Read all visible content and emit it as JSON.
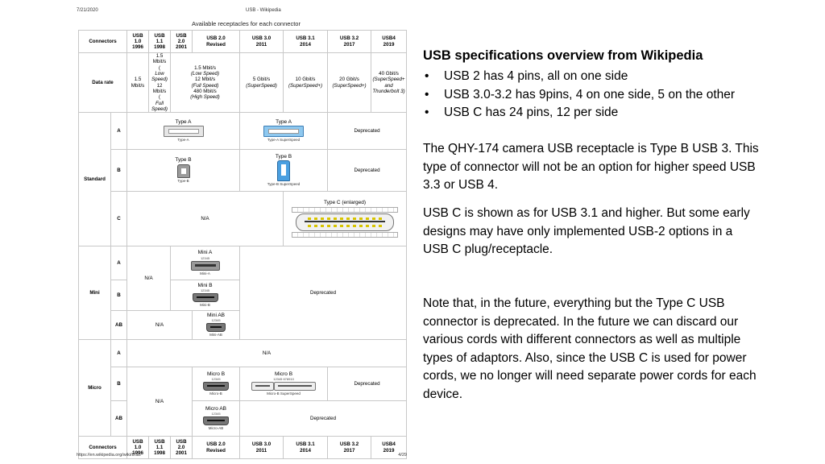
{
  "print": {
    "date": "7/21/2020",
    "title": "USB - Wikipedia",
    "url": "https://en.wikipedia.org/wiki/USB",
    "page": "4/29"
  },
  "table": {
    "caption": "Available receptacles for each connector",
    "header": {
      "connectors": "Connectors",
      "cols": [
        [
          "USB",
          "1.0",
          "1996"
        ],
        [
          "USB",
          "1.1",
          "1998"
        ],
        [
          "USB",
          "2.0",
          "2001"
        ],
        [
          "USB 2.0",
          "Revised"
        ],
        [
          "USB 3.0",
          "2011"
        ],
        [
          "USB 3.1",
          "2014"
        ],
        [
          "USB 3.2",
          "2017"
        ],
        [
          "USB4",
          "2019"
        ]
      ]
    },
    "data_rate": {
      "label": "Data rate",
      "usb10": [
        "1.5",
        "Mbit/s"
      ],
      "usb11": [
        "1.5",
        "Mbit/s",
        "(",
        "Low",
        "Speed)",
        "12",
        "Mbit/s",
        "(",
        "Full",
        "Speed)"
      ],
      "usb20": [
        "1.5 Mbit/s",
        "(Low Speed)",
        "12 Mbit/s",
        "(Full Speed)",
        "480 Mbit/s",
        "(High Speed)"
      ],
      "usb30": [
        "5 Gbit/s",
        "(SuperSpeed)"
      ],
      "usb31": [
        "10 Gbit/s",
        "(SuperSpeed+)"
      ],
      "usb32": [
        "20 Gbit/s",
        "(SuperSpeed+)"
      ],
      "usb4": [
        "40 Gbit/s",
        "(SuperSpeed+",
        "and",
        "Thunderbolt 3)"
      ]
    },
    "standard": {
      "label": "Standard",
      "a": {
        "label": "A",
        "typeA": "Type A",
        "typeA_sub": "Type-A",
        "typeA_ss": "Type A",
        "typeA_ss_sub": "Type-A SuperSpeed",
        "deprecated": "Deprecated"
      },
      "b": {
        "label": "B",
        "typeB": "Type B",
        "typeB_sub": "Type-B",
        "typeB_ss": "Type B",
        "typeB_ss_sub": "Type-B SuperSpeed",
        "deprecated": "Deprecated"
      },
      "c": {
        "label": "C",
        "na": "N/A",
        "typeC": "Type C (enlarged)"
      }
    },
    "mini": {
      "label": "Mini",
      "a": {
        "label": "A",
        "conn": "Mini A",
        "sub": "Mini-A",
        "pins": "12345"
      },
      "b": {
        "label": "B",
        "conn": "Mini B",
        "sub": "Mini-B",
        "pins": "12345"
      },
      "ab": {
        "label": "AB",
        "na": "N/A",
        "conn": "Mini AB",
        "sub": "Mini-AB",
        "pins": "12345"
      },
      "na": "N/A",
      "deprecated": "Deprecated"
    },
    "micro": {
      "label": "Micro",
      "a": {
        "label": "A",
        "na": "N/A"
      },
      "b": {
        "label": "B",
        "conn": "Micro B",
        "sub": "Micro-B",
        "pins": "12345",
        "conn_ss": "Micro B",
        "sub_ss": "Micro-B  SuperSpeed",
        "pins_ss": "12345   678910",
        "deprecated": "Deprecated"
      },
      "ab": {
        "label": "AB",
        "conn": "Micro AB",
        "sub": "Micro-AB",
        "pins": "12345",
        "deprecated": "Deprecated"
      },
      "na": "N/A"
    },
    "footer": {
      "connectors": "Connectors",
      "cols": [
        [
          "USB",
          "1.0",
          "1996"
        ],
        [
          "USB",
          "1.1",
          "1998"
        ],
        [
          "USB",
          "2.0",
          "2001"
        ],
        [
          "USB 2.0",
          "Revised"
        ],
        [
          "USB 3.0",
          "2011"
        ],
        [
          "USB 3.1",
          "2014"
        ],
        [
          "USB 3.2",
          "2017"
        ],
        [
          "USB4",
          "2019"
        ]
      ]
    }
  },
  "notes": {
    "heading": "USB specifications overview from Wikipedia",
    "bullets": [
      "USB 2 has 4 pins, all on one side",
      "USB 3.0-3.2 has 9pins, 4 on one side, 5 on the other",
      "USB C has 24 pins, 12 per side"
    ],
    "p1": "The QHY-174 camera USB receptacle is Type B USB 3. This type of connector will not be an option for higher speed USB 3.3 or USB 4.",
    "p2": "USB C is shown as for USB 3.1 and higher. But some early designs may have only implemented USB-2 options in a USB C plug/receptacle.",
    "p3": "Note that, in the future, everything but the Type C USB connector is deprecated. In the future we can discard our various cords with different connectors as well as multiple types of adaptors. Also, since the USB C is used for power cords, we no longer will need separate power cords for each device."
  }
}
